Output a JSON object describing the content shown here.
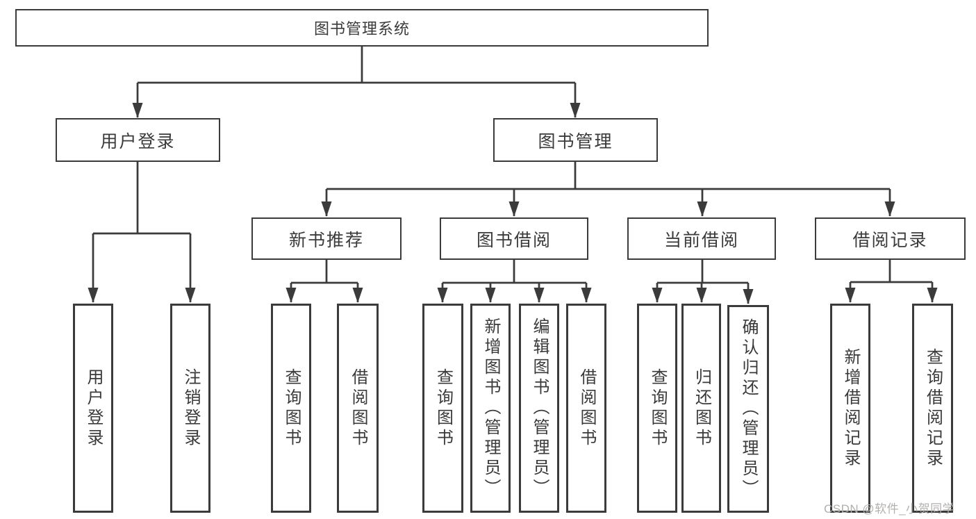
{
  "diagram": {
    "type": "hierarchy",
    "root": {
      "label": "图书管理系统",
      "children": [
        {
          "label": "用户登录",
          "children": [
            {
              "label": "用户登录"
            },
            {
              "label": "注销登录"
            }
          ]
        },
        {
          "label": "图书管理",
          "children": [
            {
              "label": "新书推荐",
              "children": [
                {
                  "label": "查询图书"
                },
                {
                  "label": "借阅图书"
                }
              ]
            },
            {
              "label": "图书借阅",
              "children": [
                {
                  "label": "查询图书"
                },
                {
                  "label": "新增图书（管理员）"
                },
                {
                  "label": "编辑图书（管理员）"
                },
                {
                  "label": "借阅图书"
                }
              ]
            },
            {
              "label": "当前借阅",
              "children": [
                {
                  "label": "查询图书"
                },
                {
                  "label": "归还图书"
                },
                {
                  "label": "确认归还（管理员）"
                }
              ]
            },
            {
              "label": "借阅记录",
              "children": [
                {
                  "label": "新增借阅记录"
                },
                {
                  "label": "查询借阅记录"
                }
              ]
            }
          ]
        }
      ]
    },
    "watermark": "CSDN @软件_小贺同学",
    "colors": {
      "line": "#3b3b3b",
      "text": "#3a3a3a",
      "background": "#ffffff",
      "watermark": "#b2b0ae"
    }
  }
}
